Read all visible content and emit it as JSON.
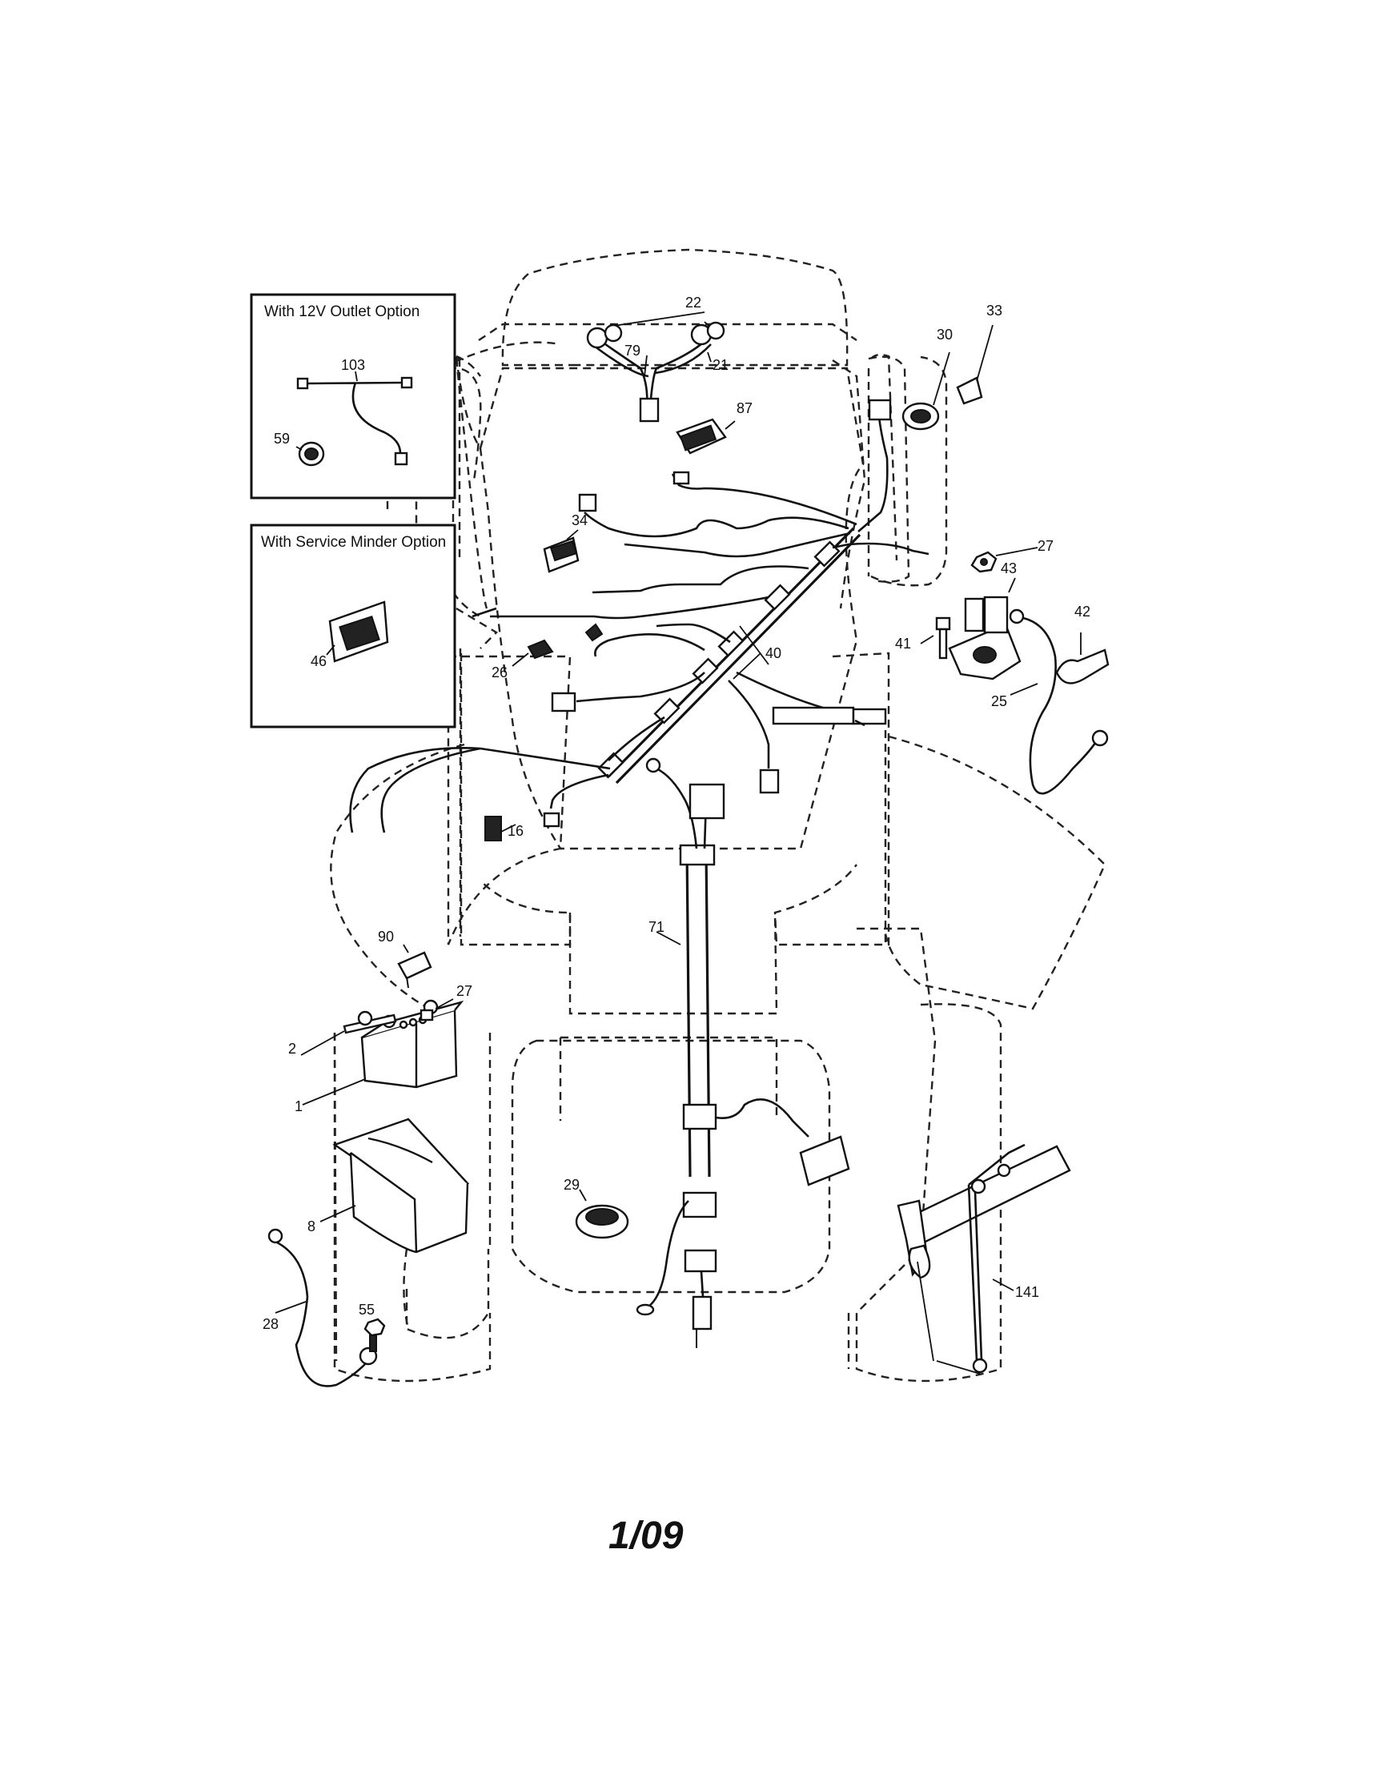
{
  "option_boxes": {
    "outlet_title": "With 12V Outlet Option",
    "minder_title": "With Service Minder Option"
  },
  "callouts": {
    "c1": "1",
    "c2": "2",
    "c8": "8",
    "c16": "16",
    "c21": "21",
    "c22": "22",
    "c25": "25",
    "c26": "26",
    "c27a": "27",
    "c27b": "27",
    "c28": "28",
    "c29": "29",
    "c30": "30",
    "c33": "33",
    "c34": "34",
    "c40": "40",
    "c41": "41",
    "c42": "42",
    "c43": "43",
    "c46": "46",
    "c55": "55",
    "c59": "59",
    "c71": "71",
    "c79": "79",
    "c87": "87",
    "c90": "90",
    "c103": "103",
    "c141": "141"
  },
  "footer": {
    "date_code": "1/09"
  }
}
